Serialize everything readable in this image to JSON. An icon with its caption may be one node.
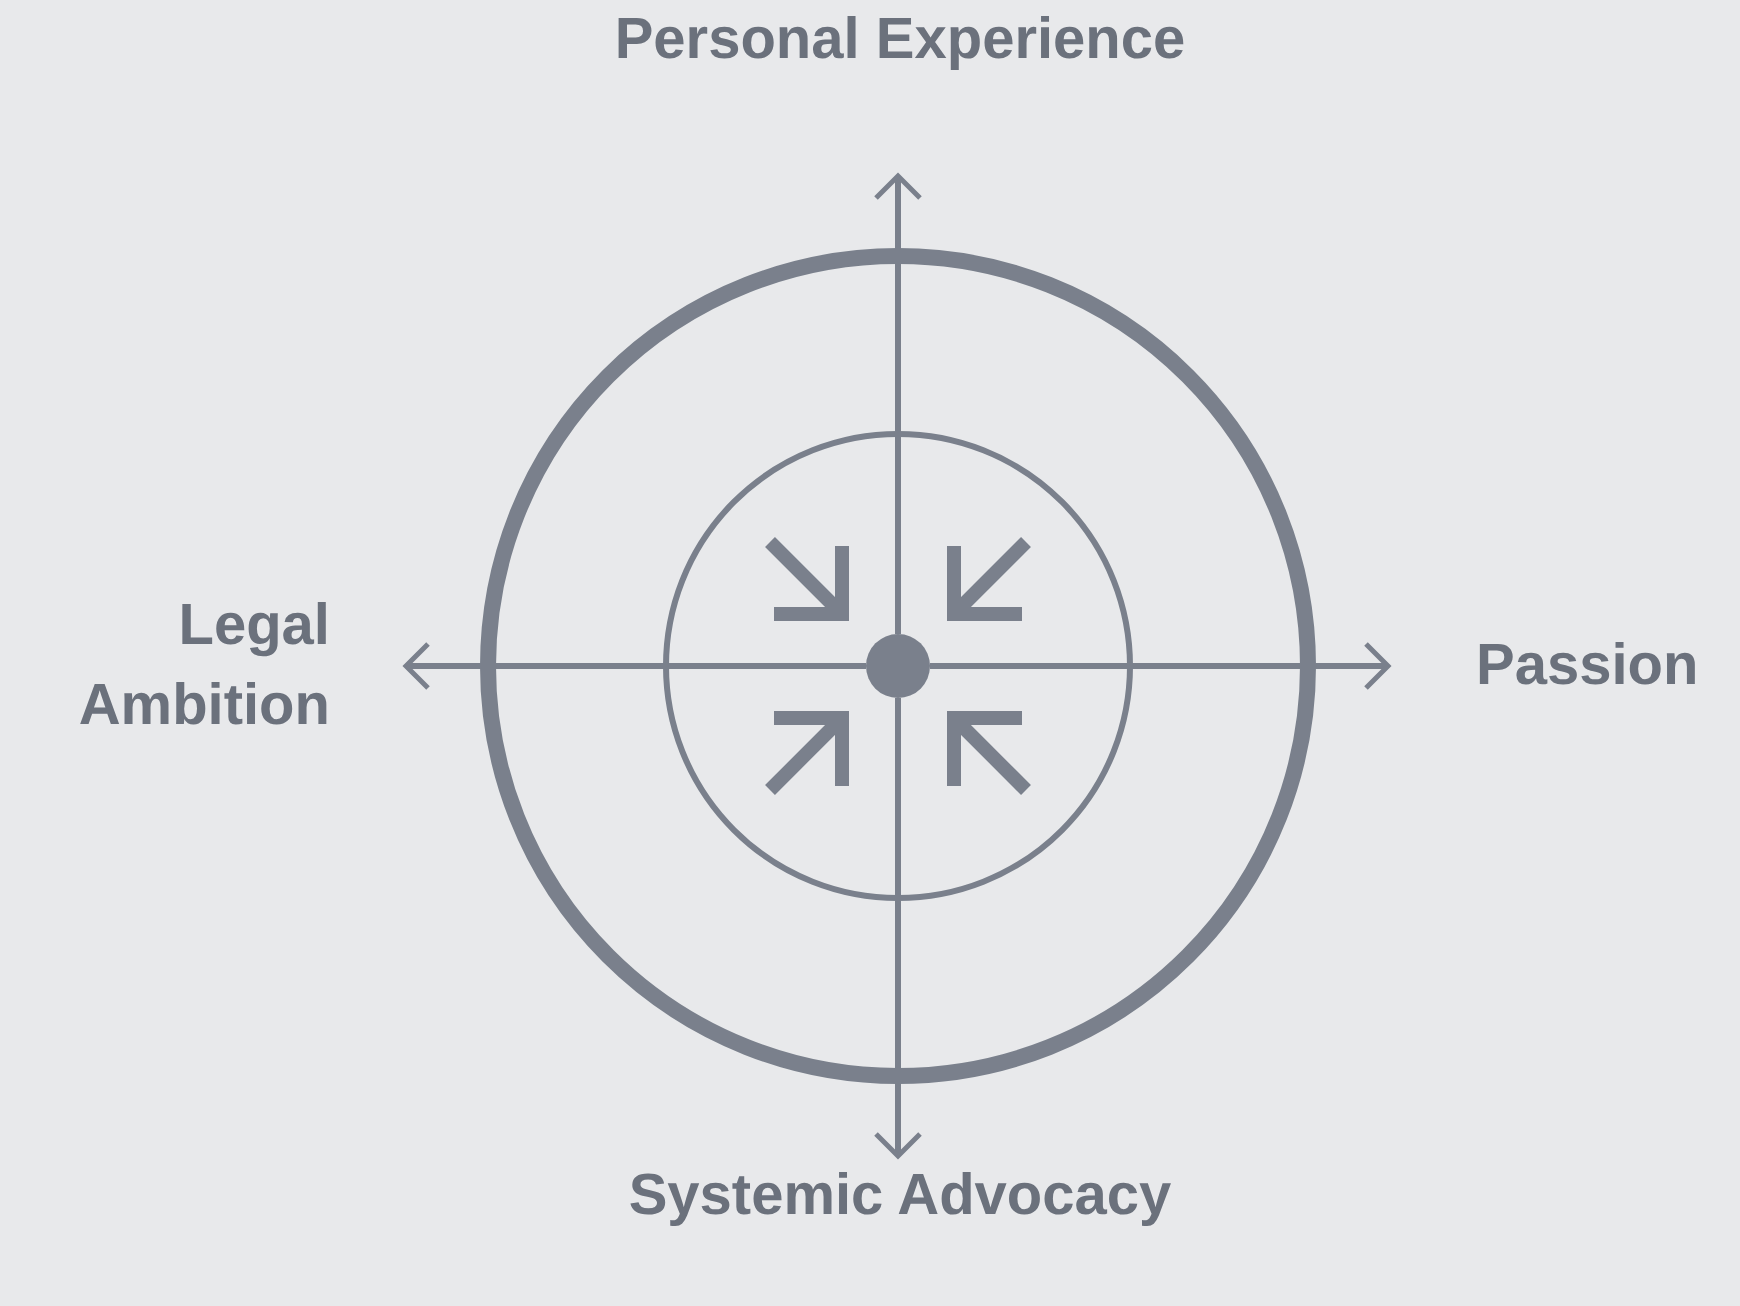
{
  "diagram": {
    "nodes": [
      {
        "text": [
          "Personal Experience"
        ]
      },
      {
        "text": [
          "Legal Ambition"
        ]
      },
      {
        "text": [
          "Passion"
        ]
      },
      {
        "text": [
          "Systemic Advocacy"
        ]
      },
      {
        "text": [],
        "shape": "circle"
      }
    ],
    "edges": [
      {
        "from": 4,
        "to": 0,
        "arrow": "to"
      },
      {
        "from": 4,
        "to": 1,
        "arrow": "to"
      },
      {
        "from": 4,
        "to": 2,
        "arrow": "to"
      },
      {
        "from": 4,
        "to": 3,
        "arrow": "to"
      }
    ]
  }
}
